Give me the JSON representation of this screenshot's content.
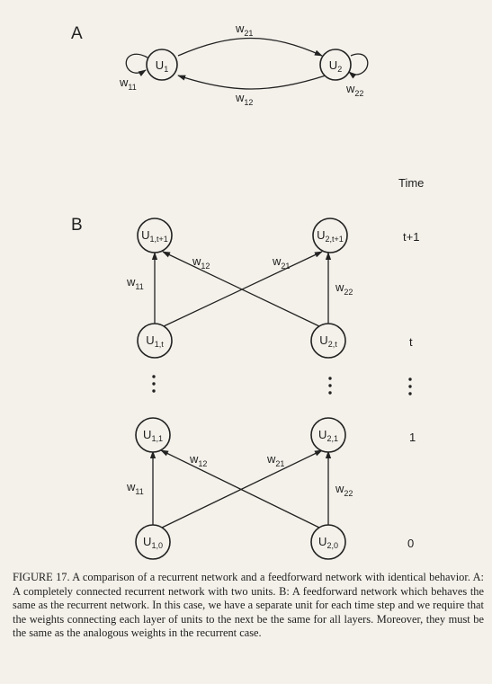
{
  "panel_a": {
    "label": "A",
    "nodes": [
      {
        "id": "u1",
        "main": "U",
        "sub": "1"
      },
      {
        "id": "u2",
        "main": "U",
        "sub": "2"
      }
    ],
    "weights": [
      {
        "id": "w21",
        "main": "w",
        "sub": "21"
      },
      {
        "id": "w12",
        "main": "w",
        "sub": "12"
      },
      {
        "id": "w11",
        "main": "w",
        "sub": "11"
      },
      {
        "id": "w22",
        "main": "w",
        "sub": "22"
      }
    ]
  },
  "panel_b": {
    "label": "B",
    "time_header": "Time",
    "time_labels": [
      "t+1",
      "t",
      "1",
      "0"
    ],
    "nodes": [
      {
        "id": "u1_t1",
        "main": "U",
        "sub": "1,t+1"
      },
      {
        "id": "u2_t1",
        "main": "U",
        "sub": "2,t+1"
      },
      {
        "id": "u1_t",
        "main": "U",
        "sub": "1,t"
      },
      {
        "id": "u2_t",
        "main": "U",
        "sub": "2,t"
      },
      {
        "id": "u1_1",
        "main": "U",
        "sub": "1,1"
      },
      {
        "id": "u2_1",
        "main": "U",
        "sub": "2,1"
      },
      {
        "id": "u1_0",
        "main": "U",
        "sub": "1,0"
      },
      {
        "id": "u2_0",
        "main": "U",
        "sub": "2,0"
      }
    ],
    "weights_upper": [
      {
        "id": "w11",
        "main": "w",
        "sub": "11"
      },
      {
        "id": "w12",
        "main": "w",
        "sub": "12"
      },
      {
        "id": "w21",
        "main": "w",
        "sub": "21"
      },
      {
        "id": "w22",
        "main": "w",
        "sub": "22"
      }
    ],
    "weights_lower": [
      {
        "id": "w11",
        "main": "w",
        "sub": "11"
      },
      {
        "id": "w12",
        "main": "w",
        "sub": "12"
      },
      {
        "id": "w21",
        "main": "w",
        "sub": "21"
      },
      {
        "id": "w22",
        "main": "w",
        "sub": "22"
      }
    ]
  },
  "caption": "FIGURE 17. A comparison of a recurrent network and a feedforward network with identical behavior. A: A completely connected recurrent network with two units. B: A feedforward network which behaves the same as the recurrent network. In this case, we have a separate unit for each time step and we require that the weights connecting each layer of units to the next be the same for all layers. Moreover, they must be the same as the analogous weights in the recurrent case."
}
